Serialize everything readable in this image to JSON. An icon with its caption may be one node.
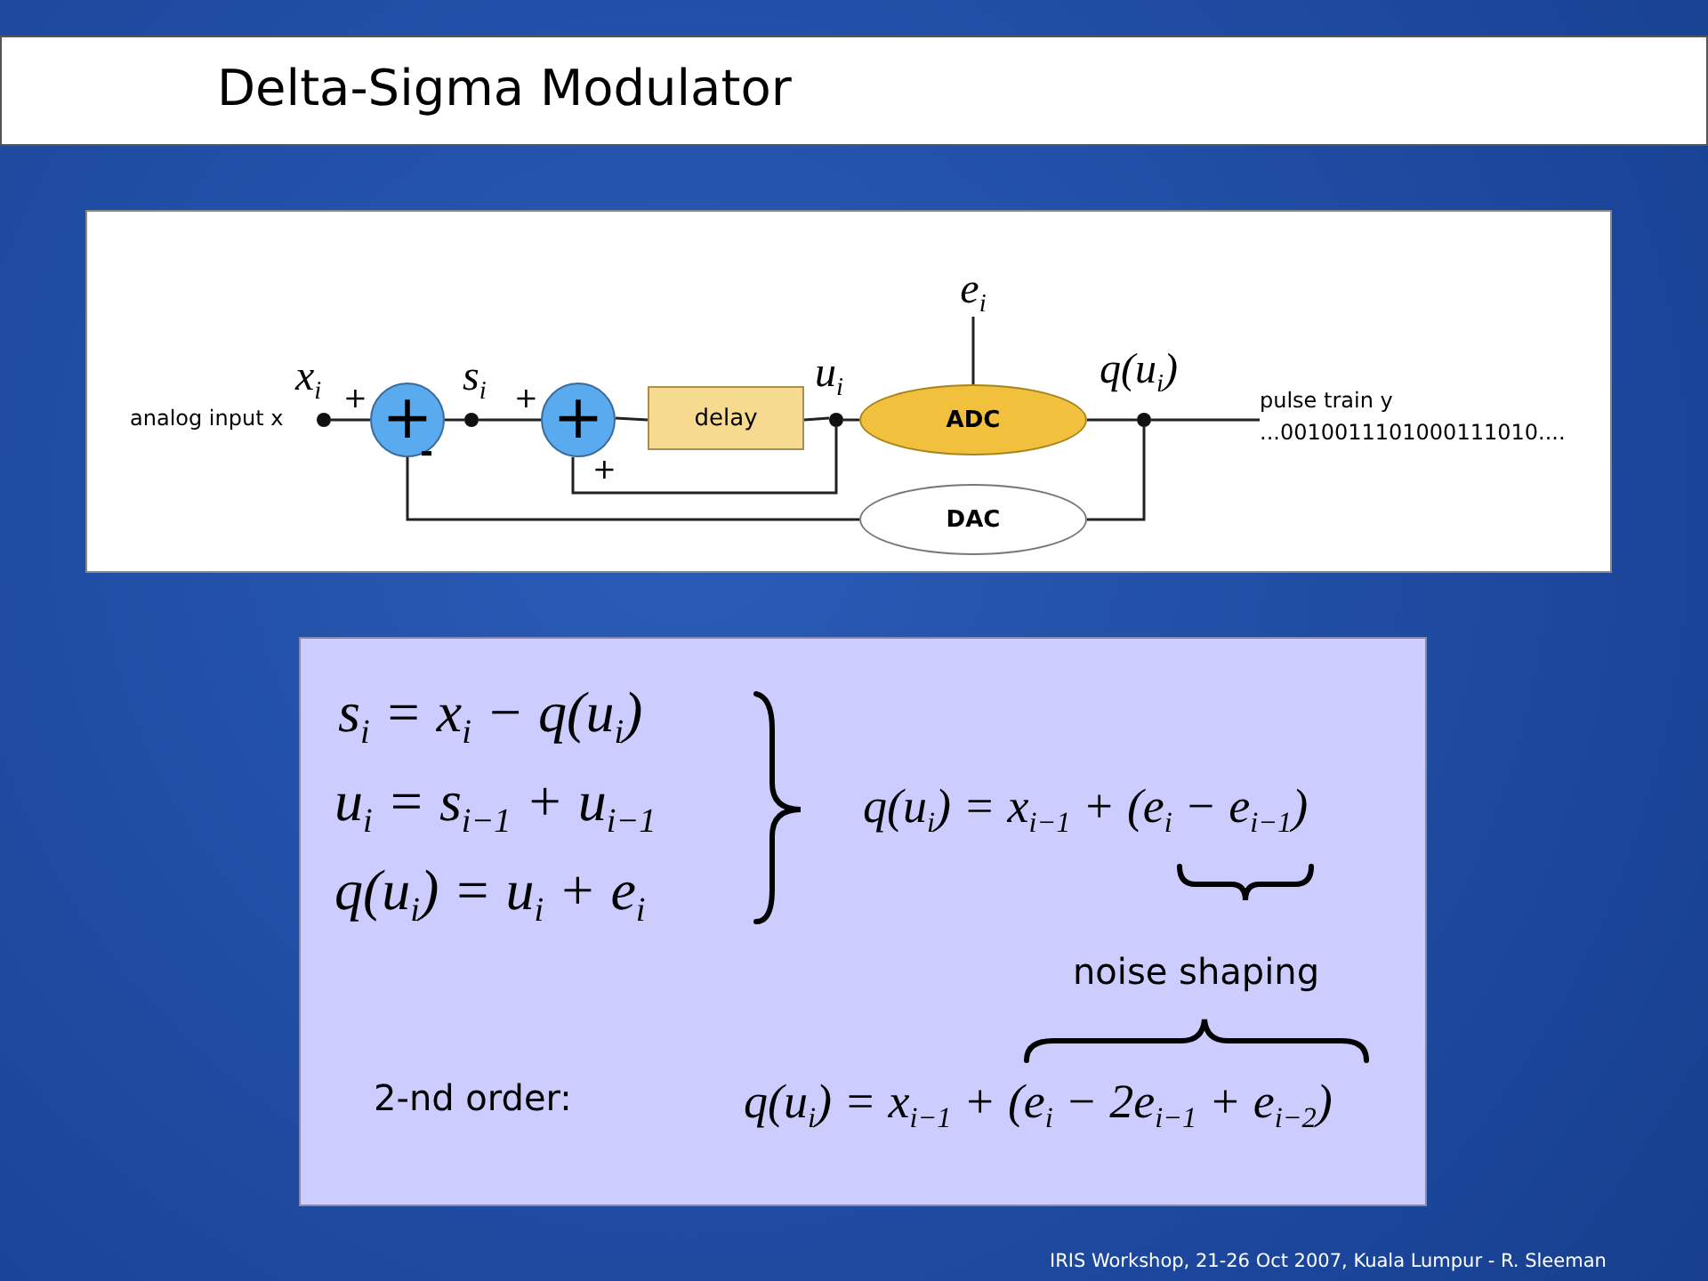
{
  "diagram": {
    "title": "Delta-Sigma Modulator",
    "nodes": [
      {
        "text": [],
        "shape": "circle",
        "beside": [
          "analog input x",
          "x$_{i}$"
        ]
      },
      {
        "text": [
          "+"
        ]
      },
      {
        "text": [],
        "shape": "circle",
        "beside": [
          "s$_{i}$"
        ]
      },
      {
        "text": [
          "+"
        ]
      },
      {
        "text": [
          "delay"
        ]
      },
      {
        "text": [],
        "shape": "circle",
        "beside": [
          "u$_{i}$"
        ]
      },
      {
        "text": [
          "ADC"
        ]
      },
      {
        "text": [
          "e$_{i}$"
        ]
      },
      {
        "text": [],
        "shape": "circle",
        "beside": [
          "q(u$_{i}$)"
        ]
      },
      {
        "text": [
          "pulse train y",
          "...0010011101000111010...."
        ]
      },
      {
        "text": [
          "DAC"
        ]
      }
    ],
    "edges": [
      {
        "from": 0,
        "to": 1,
        "arrow": "none"
      },
      {
        "from": 1,
        "to": 2,
        "arrow": "none"
      },
      {
        "from": 2,
        "to": 3,
        "arrow": "none"
      },
      {
        "from": 3,
        "to": 4,
        "arrow": "none"
      },
      {
        "from": 4,
        "to": 5,
        "arrow": "none"
      },
      {
        "from": 5,
        "to": 6,
        "arrow": "none"
      },
      {
        "from": 7,
        "to": 6,
        "arrow": "none"
      },
      {
        "from": 6,
        "to": 8,
        "arrow": "none"
      },
      {
        "from": 8,
        "to": 9,
        "arrow": "none"
      },
      {
        "from": 5,
        "to": 3,
        "arrow": "none"
      },
      {
        "from": 8,
        "to": 10,
        "arrow": "none"
      },
      {
        "from": 10,
        "to": 1,
        "arrow": "none"
      }
    ],
    "labels": [
      "+",
      "-",
      "+",
      "+",
      "s$_{i}$ = x$_{i}$ − q(u$_{i}$)",
      "u$_{i}$ = s$_{i−1}$ + u$_{i−1}$",
      "q(u$_{i}$) = u$_{i}$ + e$_{i}$",
      "q(u$_{i}$) = x$_{i−1}$ + (e$_{i}$ − e$_{i−1}$)",
      "noise shaping",
      "2-nd order:",
      "q(u$_{i}$) = x$_{i−1}$ + (e$_{i}$ − 2e$_{i−1}$ + e$_{i−2}$)",
      "IRIS Workshop, 21-26 Oct 2007, Kuala Lumpur  -  R. Sleeman"
    ]
  }
}
